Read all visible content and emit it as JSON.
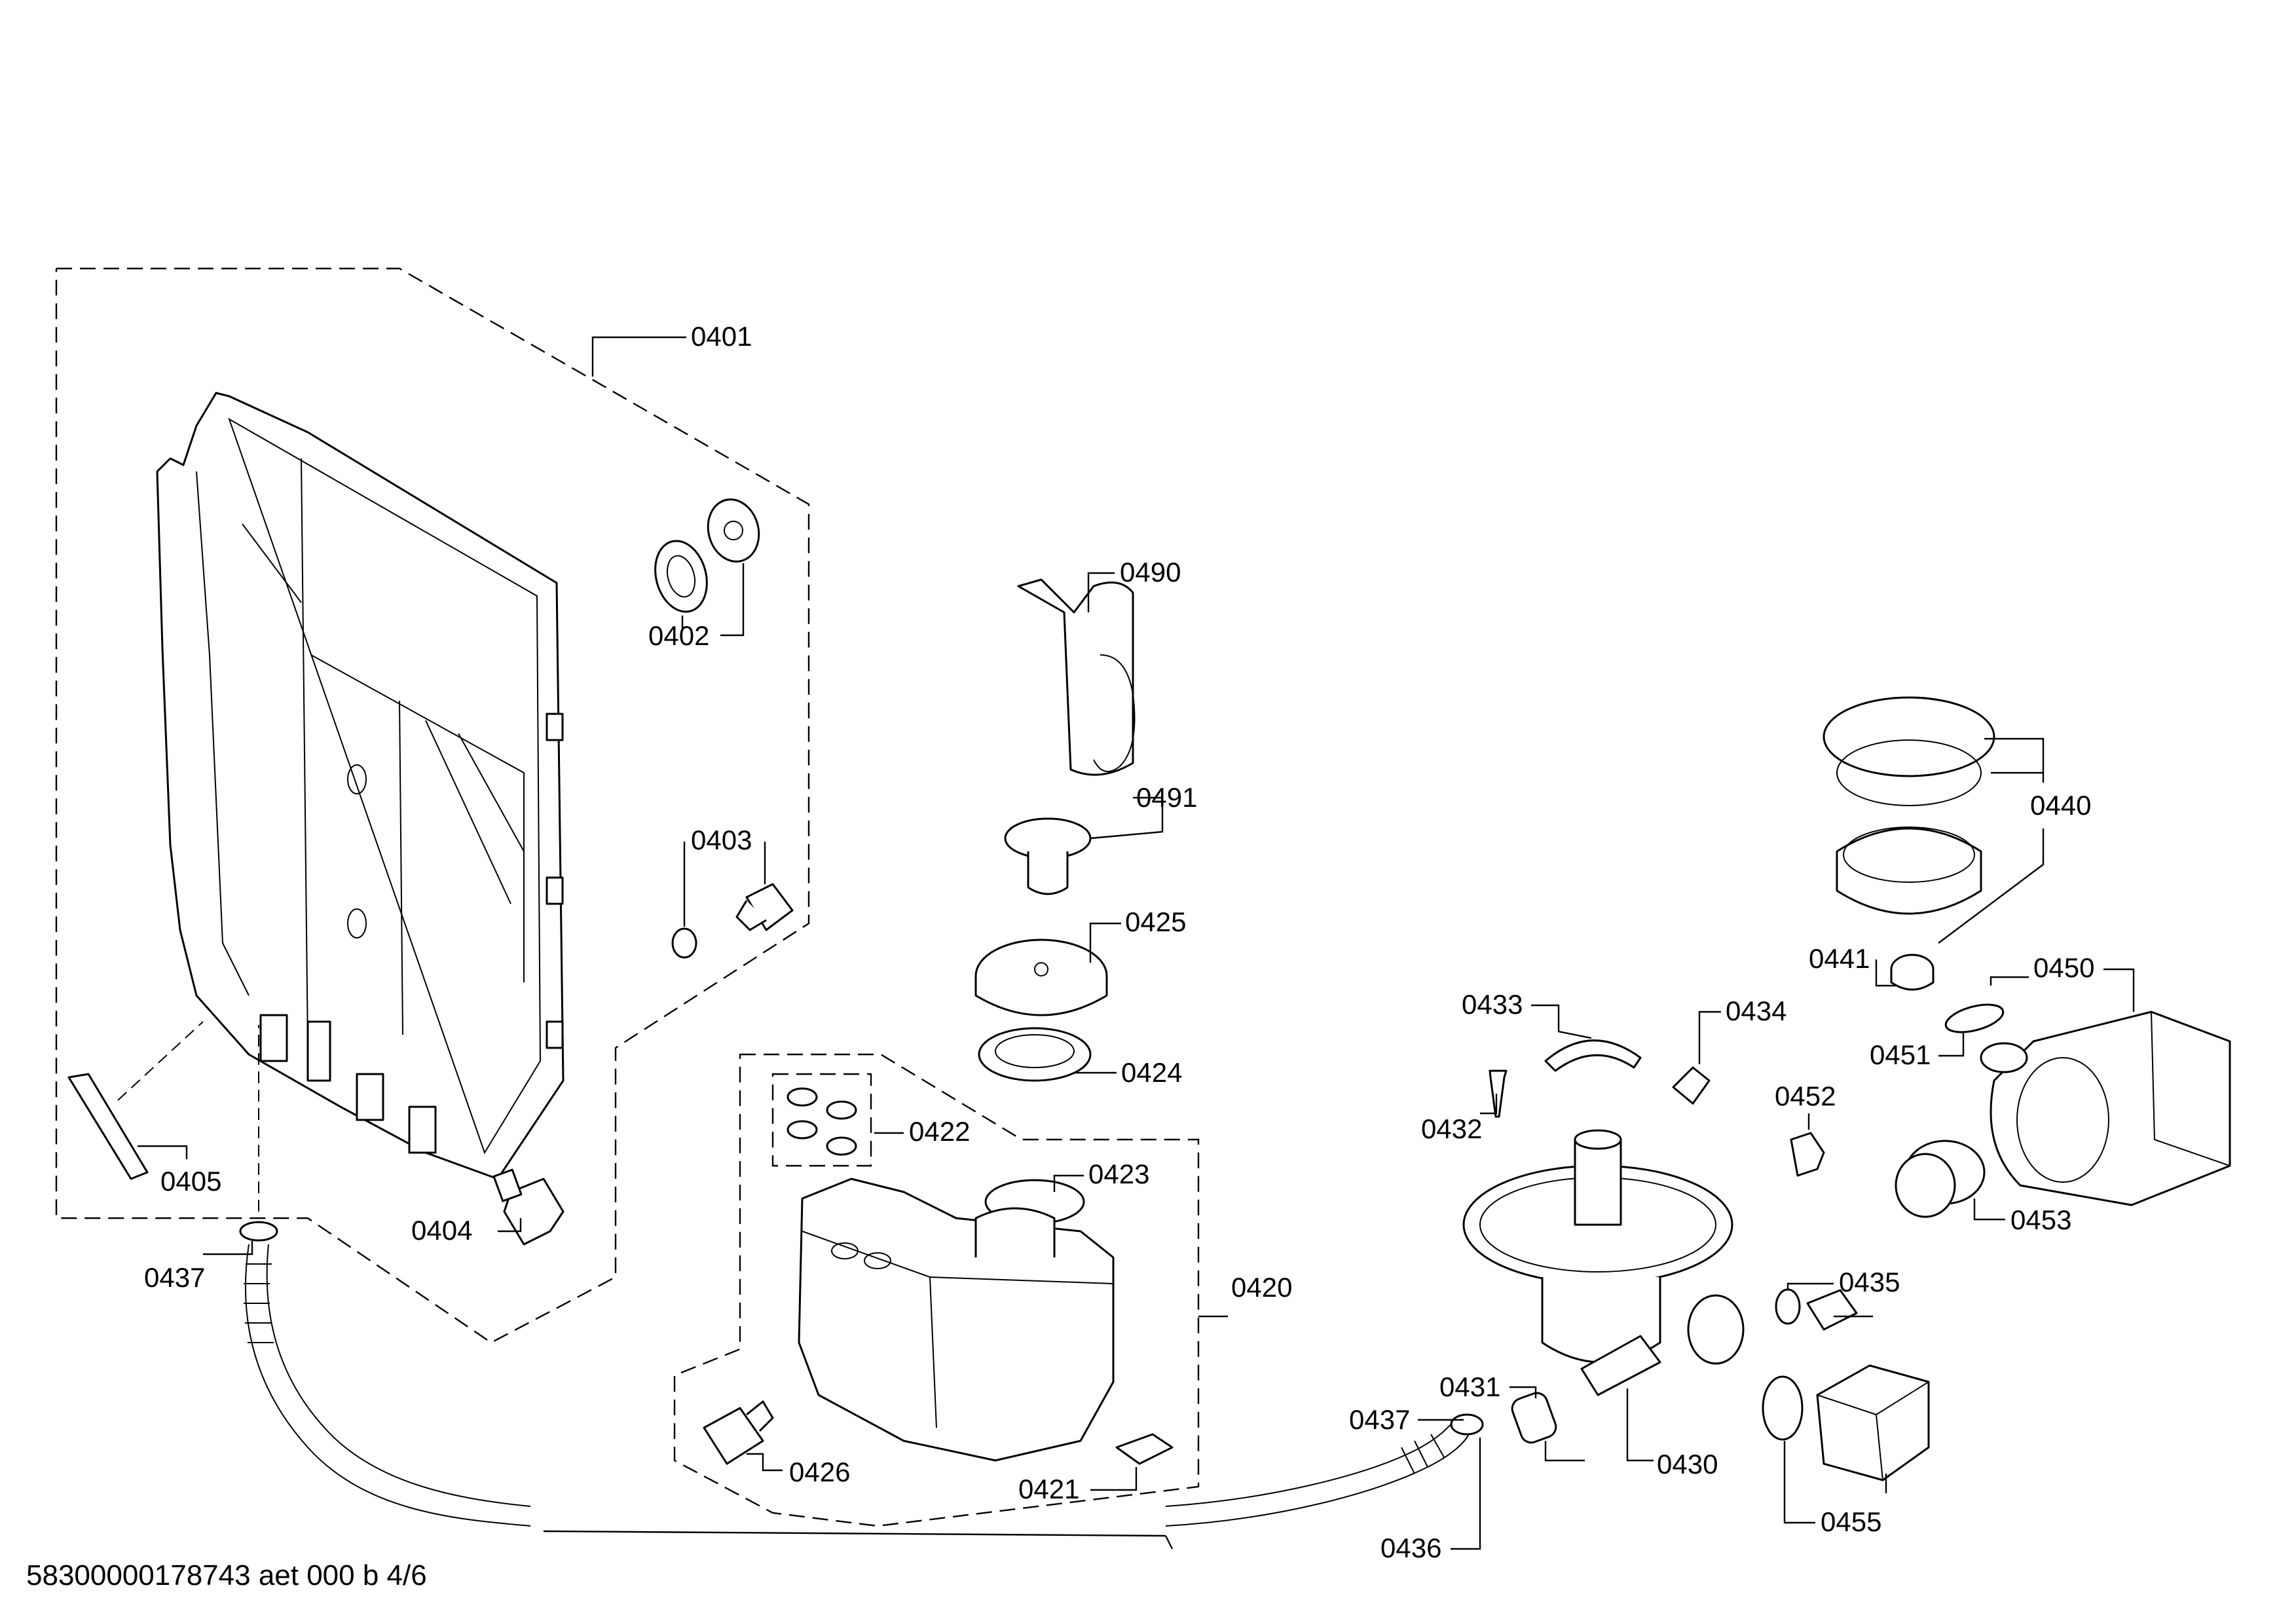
{
  "parts": {
    "p0401": "0401",
    "p0402": "0402",
    "p0403": "0403",
    "p0404": "0404",
    "p0405": "0405",
    "p0437a": "0437",
    "p0490": "0490",
    "p0491": "0491",
    "p0425": "0425",
    "p0424": "0424",
    "p0422": "0422",
    "p0423": "0423",
    "p0420": "0420",
    "p0426": "0426",
    "p0421": "0421",
    "p0433": "0433",
    "p0434": "0434",
    "p0432": "0432",
    "p0431": "0431",
    "p0437b": "0437",
    "p0430": "0430",
    "p0436": "0436",
    "p0440": "0440",
    "p0441": "0441",
    "p0450": "0450",
    "p0451": "0451",
    "p0452": "0452",
    "p0453": "0453",
    "p0435": "0435",
    "p0455": "0455"
  },
  "footer": {
    "code": "58300000178743 aet 000 b 4/6"
  }
}
